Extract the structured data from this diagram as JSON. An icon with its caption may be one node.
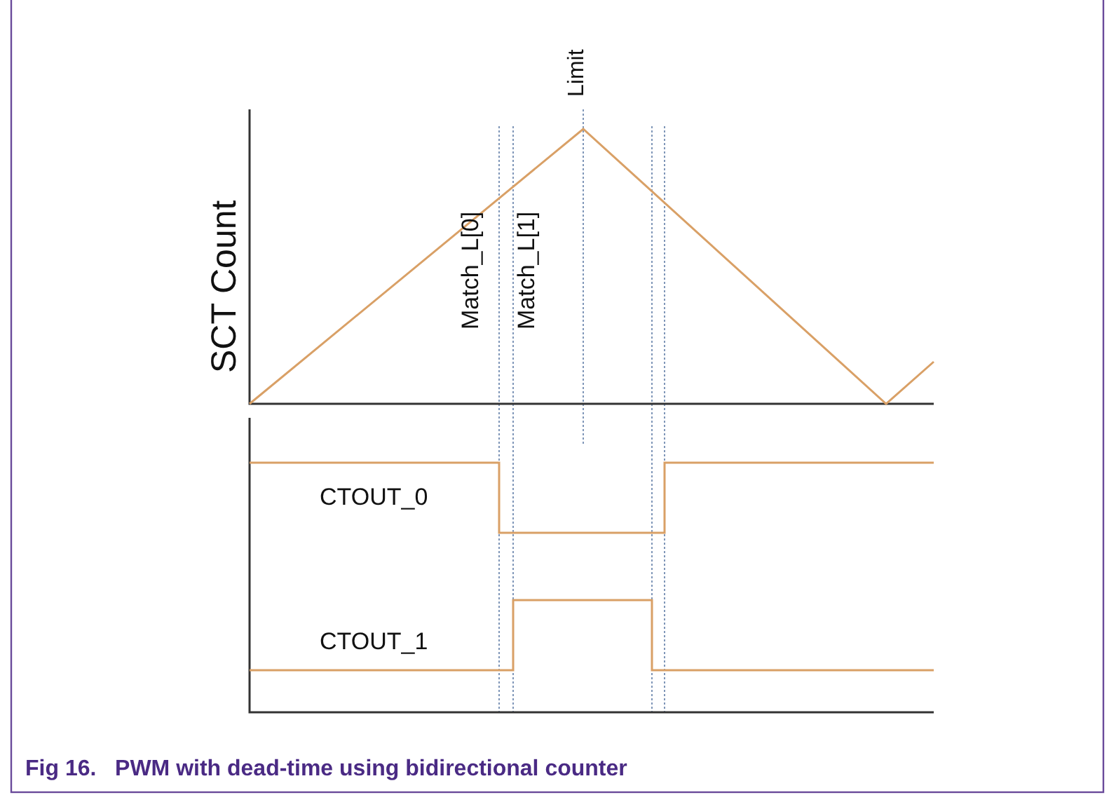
{
  "diagram": {
    "caption": "Fig 16.   PWM with dead-time using bidirectional counter",
    "labels": [
      "Limit",
      "SCT Count",
      "Match_L[0]",
      "Match_L[1]",
      "CTOUT_0",
      "CTOUT_1"
    ]
  }
}
